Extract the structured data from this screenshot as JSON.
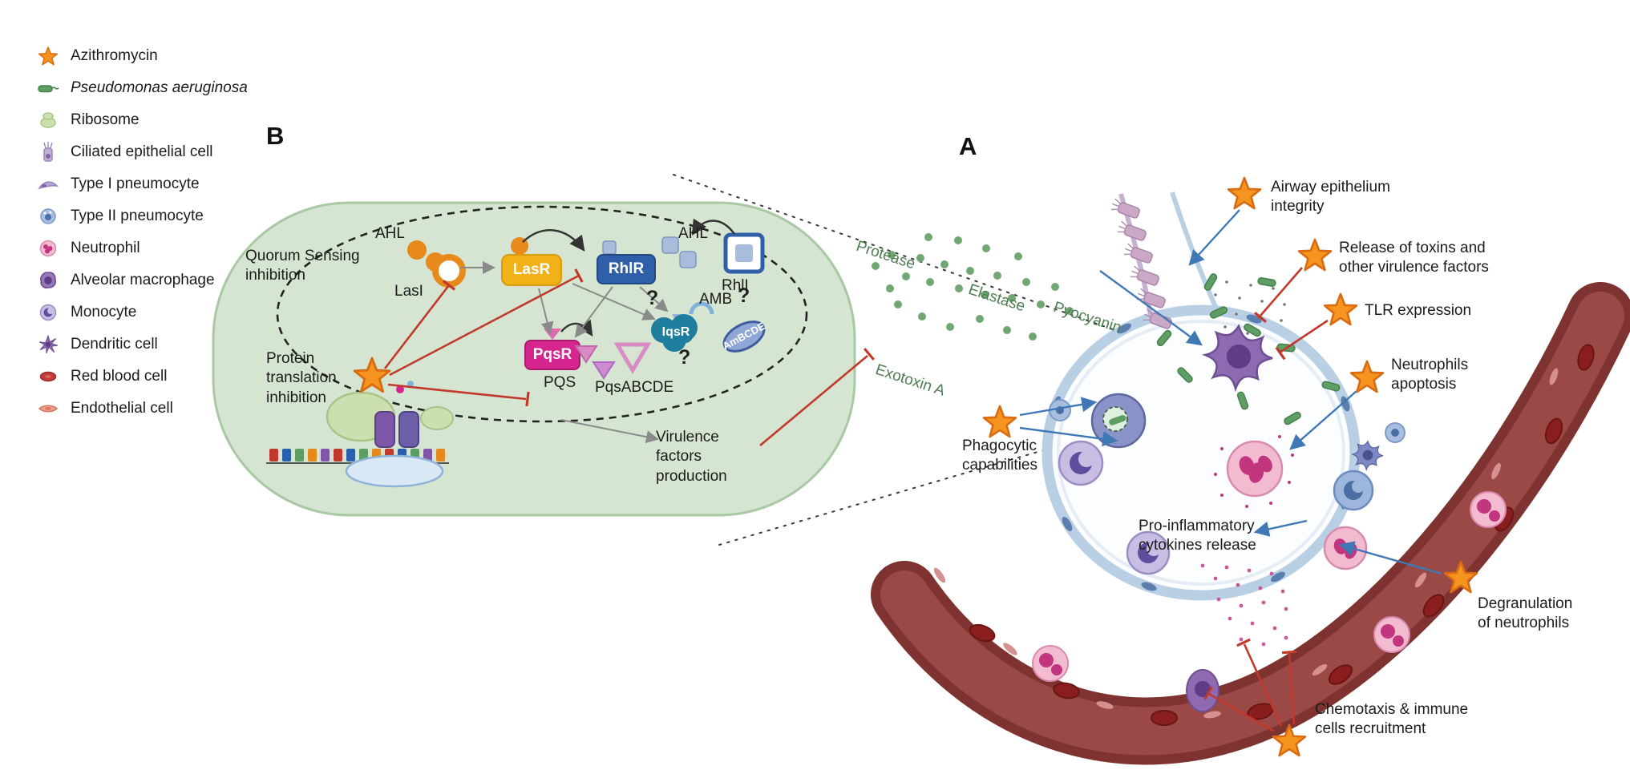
{
  "figure": {
    "panel_a_label": "A",
    "panel_b_label": "B"
  },
  "legend": {
    "items": [
      {
        "name": "azithromycin",
        "label": "Azithromycin"
      },
      {
        "name": "pseudomonas-aeruginosa",
        "label": "Pseudomonas aeruginosa"
      },
      {
        "name": "ribosome",
        "label": "Ribosome"
      },
      {
        "name": "ciliated-epithelial-cell",
        "label": "Ciliated epithelial cell"
      },
      {
        "name": "type-1-pneumocyte",
        "label": "Type I pneumocyte"
      },
      {
        "name": "type-2-pneumocyte",
        "label": "Type II pneumocyte"
      },
      {
        "name": "neutrophil",
        "label": "Neutrophil"
      },
      {
        "name": "alveolar-macrophage",
        "label": "Alveolar macrophage"
      },
      {
        "name": "monocyte",
        "label": "Monocyte"
      },
      {
        "name": "dendritic-cell",
        "label": "Dendritic cell"
      },
      {
        "name": "red-blood-cell",
        "label": "Red blood cell"
      },
      {
        "name": "endothelial-cell",
        "label": "Endothelial cell"
      }
    ]
  },
  "panelB": {
    "quorum_sensing_inhibition": "Quorum Sensing\ninhibition",
    "protein_translation_inhibition": "Protein\ntranslation\ninhibition",
    "virulence_factors_production": "Virulence\nfactors\nproduction",
    "ahl_left": "AHL",
    "ahl_right": "AHL",
    "lasI": "LasI",
    "lasR": "LasR",
    "rhlR": "RhlR",
    "rhlI": "RhlI",
    "pqsR": "PqsR",
    "pqs": "PQS",
    "pqsABCDE": "PqsABCDE",
    "iqsR": "IqsR",
    "amb": "AMB",
    "ambcde": "AmBCDE",
    "question_mark_1": "?",
    "question_mark_2": "?",
    "question_mark_3": "?"
  },
  "secreted_factors": {
    "protease": "Protease",
    "elastase": "Elastase",
    "pyocyanin": "Pyocyanin",
    "exotoxin_a": "Exotoxin A"
  },
  "panelA": {
    "airway_epithelium_integrity": "Airway epithelium\nintegrity",
    "release_of_toxins": "Release of toxins and\nother virulence factors",
    "tlr_expression": "TLR expression",
    "neutrophils_apoptosis": "Neutrophils\napoptosis",
    "phagocytic_capabilities": "Phagocytic\ncapabilities",
    "pro_inflammatory_cytokines": "Pro-inflammatory\ncytokines release",
    "degranulation_of_neutrophils": "Degranulation\nof neutrophils",
    "chemotaxis_recruitment": "Chemotaxis & immune\ncells recruitment"
  },
  "colors": {
    "azithromycin_star": "#F5941E",
    "star_outline": "#D96C12",
    "bacterium_green": "#5E9E64",
    "bacterial_cell_fill": "#D5E5D1",
    "inhibition_red": "#C0392B",
    "arrow_blue": "#3E78B5",
    "lasR_yellow": "#F2B117",
    "rhlR_blue": "#2F5FA8",
    "pqsR_pink": "#D6258E",
    "iqsR_teal": "#1F7E9E",
    "vessel_red": "#9A4947",
    "factor_label_green": "#4E7D52"
  }
}
